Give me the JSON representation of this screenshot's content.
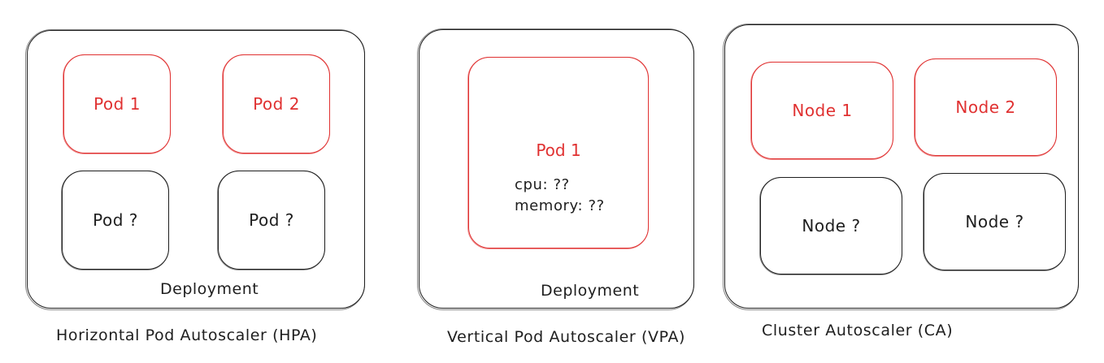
{
  "hpa": {
    "caption": "Horizontal Pod Autoscaler (HPA)",
    "container_label": "Deployment",
    "pods": [
      {
        "label": "Pod 1",
        "color": "#e03131"
      },
      {
        "label": "Pod 2",
        "color": "#e03131"
      },
      {
        "label": "Pod ?",
        "color": "#1e1e1e"
      },
      {
        "label": "Pod ?",
        "color": "#1e1e1e"
      }
    ]
  },
  "vpa": {
    "caption": "Vertical Pod Autoscaler (VPA)",
    "container_label": "Deployment",
    "pod": {
      "label": "Pod 1",
      "cpu": "cpu: ??",
      "memory": "memory: ??",
      "color": "#e03131"
    }
  },
  "ca": {
    "caption": "Cluster Autoscaler (CA)",
    "nodes": [
      {
        "label": "Node 1",
        "color": "#e03131"
      },
      {
        "label": "Node 2",
        "color": "#e03131"
      },
      {
        "label": "Node ?",
        "color": "#1e1e1e"
      },
      {
        "label": "Node ?",
        "color": "#1e1e1e"
      }
    ]
  }
}
